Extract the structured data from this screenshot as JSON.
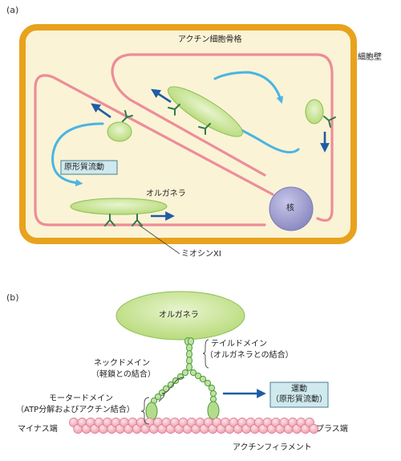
{
  "panel_a": {
    "label": "(a)",
    "cell_wall": "細胞壁",
    "actin_cytoskeleton": "アクチン細胞骨格",
    "cytoplasmic_streaming": "原形質流動",
    "organelle": "オルガネラ",
    "nucleus": "核",
    "myosin": "ミオシンXI"
  },
  "panel_b": {
    "label": "(b)",
    "organelle": "オルガネラ",
    "tail_domain_1": "テイルドメイン",
    "tail_domain_2": "（オルガネラとの結合）",
    "neck_domain_1": "ネックドメイン",
    "neck_domain_2": "（軽鎖との結合）",
    "motor_domain_1": "モータードメイン",
    "motor_domain_2": "（ATP分解およびアクチン結合）",
    "movement_1": "運動",
    "movement_2": "（原形質流動）",
    "minus_end": "マイナス端",
    "plus_end": "プラス端",
    "actin_filament": "アクチンフィラメント"
  },
  "colors": {
    "wall": "#e8a21d",
    "cytoplasm": "#fbf3d6",
    "actin": "#ec8d98",
    "streaming": "#49b5e2",
    "arrow": "#1e5ca5",
    "organelle": "#c6e290",
    "nucleus": "#a7a6d2",
    "myosin": "#2f7a4b"
  }
}
